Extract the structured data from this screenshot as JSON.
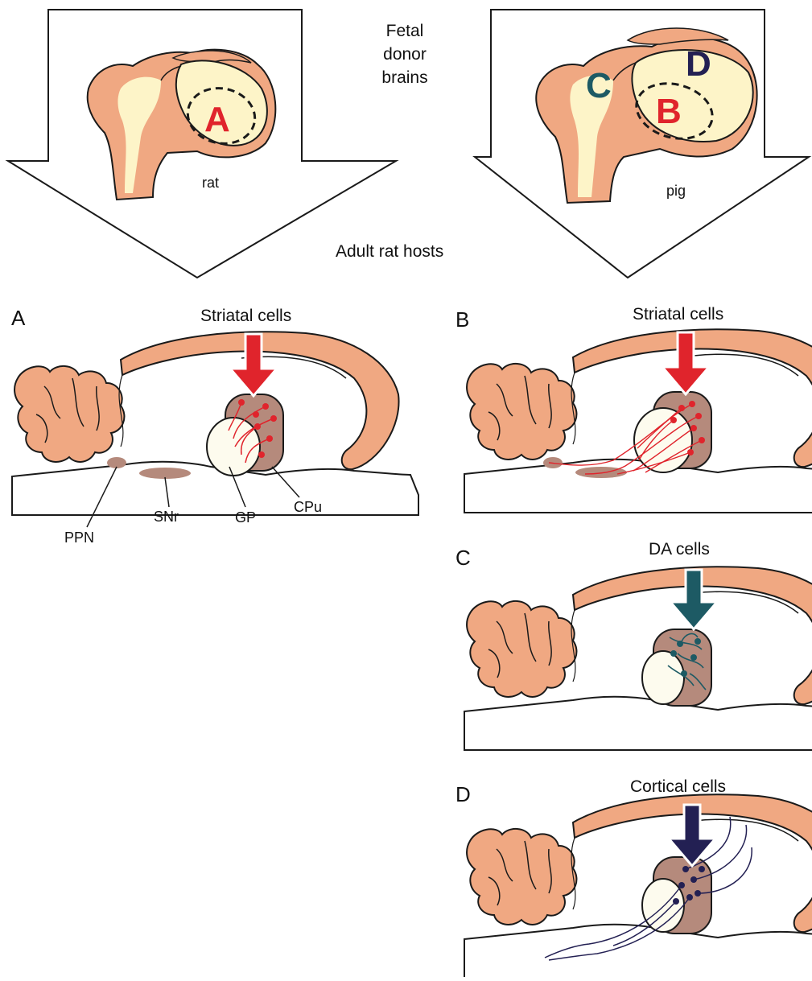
{
  "top": {
    "donor_title": [
      "Fetal",
      "donor",
      "brains"
    ],
    "rat_label": "rat",
    "pig_label": "pig",
    "host_label": "Adult rat hosts",
    "region_letters": {
      "A": "A",
      "B": "B",
      "C": "C",
      "D": "D"
    }
  },
  "panels": {
    "A": {
      "letter": "A",
      "cells": "Striatal cells"
    },
    "B": {
      "letter": "B",
      "cells": "Striatal cells"
    },
    "C": {
      "letter": "C",
      "cells": "DA cells"
    },
    "D": {
      "letter": "D",
      "cells": "Cortical cells"
    }
  },
  "structures": {
    "ppn": "PPN",
    "snr": "SNr",
    "gp": "GP",
    "cpu": "CPu"
  },
  "colors": {
    "cortex": "#f0a882",
    "outline": "#1a1a1a",
    "fetal_light": "#fdf4c8",
    "striatum": "#b58a7c",
    "gp_fill": "#fdfbee",
    "striatal_red": "#e0242c",
    "da_teal": "#1d5a64",
    "cortical_navy": "#232053"
  }
}
